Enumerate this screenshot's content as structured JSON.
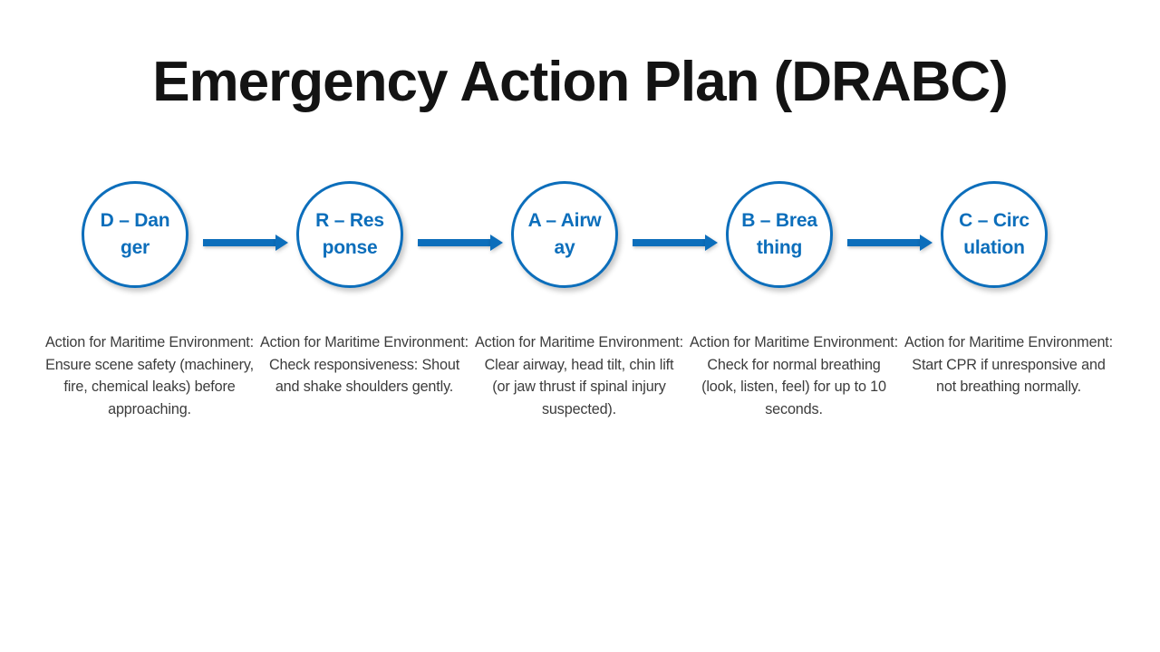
{
  "slide": {
    "title": "Emergency Action Plan (DRABC)",
    "background_color": "#FFFFFF",
    "accent_color": "#0C6EBB",
    "title_color": "#131313",
    "caption_color": "#3C3C3C"
  },
  "flow": {
    "arrow_icon_name": "right-arrow-icon",
    "steps": [
      {
        "id": "danger",
        "node_label": "D – Danger",
        "caption": "Action for Maritime Environment: Ensure scene safety (machinery, fire, chemical leaks) before approaching."
      },
      {
        "id": "response",
        "node_label": "R – Response",
        "caption": "Action for Maritime Environment: Check responsiveness: Shout and shake shoulders gently."
      },
      {
        "id": "airway",
        "node_label": "A – Airway",
        "caption": "Action for Maritime Environment: Clear airway, head tilt, chin lift (or jaw thrust if spinal injury suspected)."
      },
      {
        "id": "breathing",
        "node_label": "B – Breathing",
        "caption": "Action for Maritime Environment: Check for normal breathing (look, listen, feel) for up to 10 seconds."
      },
      {
        "id": "circulation",
        "node_label": "C – Circulation",
        "caption": "Action for Maritime Environment: Start CPR if unresponsive and not breathing normally."
      }
    ]
  }
}
